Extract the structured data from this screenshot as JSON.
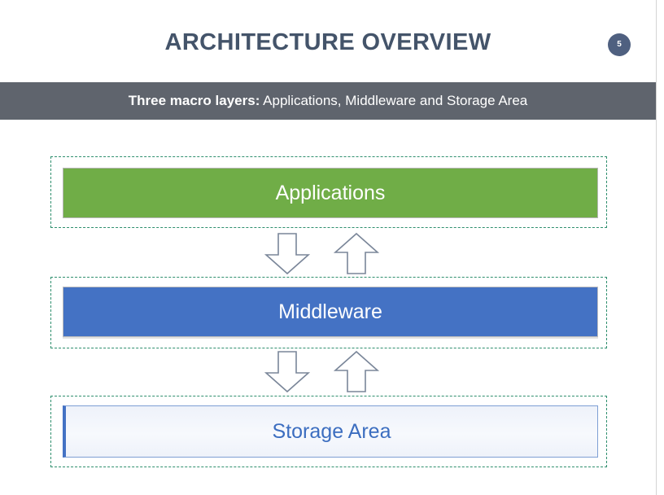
{
  "slide": {
    "title": "ARCHITECTURE OVERVIEW",
    "page_number": "5",
    "title_color": "#44546a",
    "badge_color": "#4f6080",
    "background": "#ffffff"
  },
  "subtitle": {
    "strong": "Three macro layers:",
    "rest": " Applications, Middleware and Storage Area",
    "band_color": "#5f646d",
    "text_color": "#ffffff"
  },
  "diagram": {
    "group_border_color": "#2f8f6e",
    "layers": [
      {
        "id": "applications",
        "label": "Applications",
        "fill": "#70ad47",
        "text_color": "#ffffff"
      },
      {
        "id": "middleware",
        "label": "Middleware",
        "fill": "#4472c4",
        "text_color": "#ffffff"
      },
      {
        "id": "storage",
        "label": "Storage Area",
        "fill": "#eef2fa",
        "text_color": "#3c6ec0"
      }
    ],
    "connectors": [
      {
        "id": "applications-to-middleware-down",
        "direction": "down"
      },
      {
        "id": "middleware-to-applications-up",
        "direction": "up"
      },
      {
        "id": "middleware-to-storage-down",
        "direction": "down"
      },
      {
        "id": "storage-to-middleware-up",
        "direction": "up"
      }
    ],
    "arrow_fill": "#ffffff",
    "arrow_stroke": "#7a8699"
  }
}
